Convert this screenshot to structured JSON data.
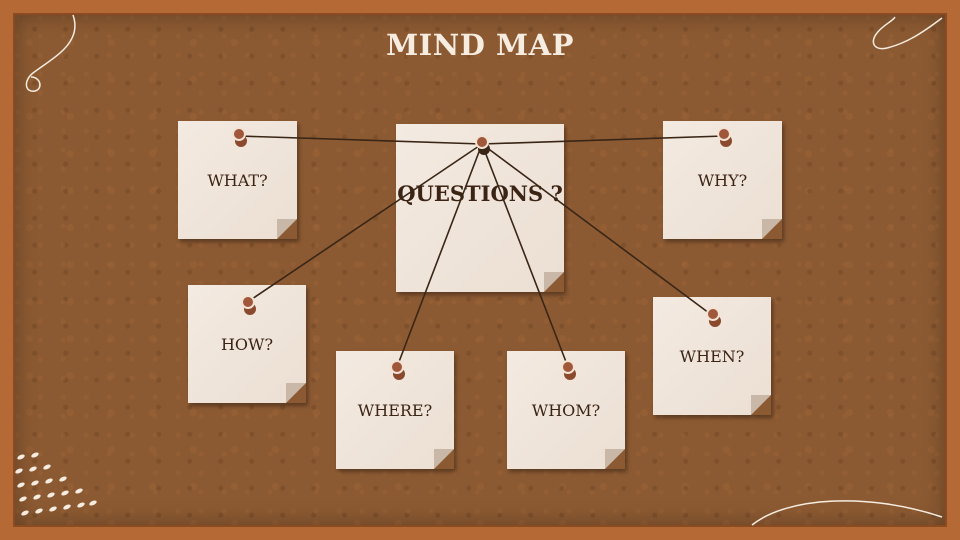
{
  "slide": {
    "title": "MIND MAP",
    "center": "QUESTIONS ?",
    "notes": [
      {
        "key": "what",
        "label": "WHAT?"
      },
      {
        "key": "why",
        "label": "WHY?"
      },
      {
        "key": "how",
        "label": "HOW?"
      },
      {
        "key": "where",
        "label": "WHERE?"
      },
      {
        "key": "whom",
        "label": "WHOM?"
      },
      {
        "key": "when",
        "label": "WHEN?"
      }
    ]
  },
  "colors": {
    "board": "#8c5a32",
    "frame": "#b56a35",
    "note": "#f1e7dd",
    "pin": "#a0573a",
    "string": "#3a2616",
    "text": "#3b2414"
  }
}
